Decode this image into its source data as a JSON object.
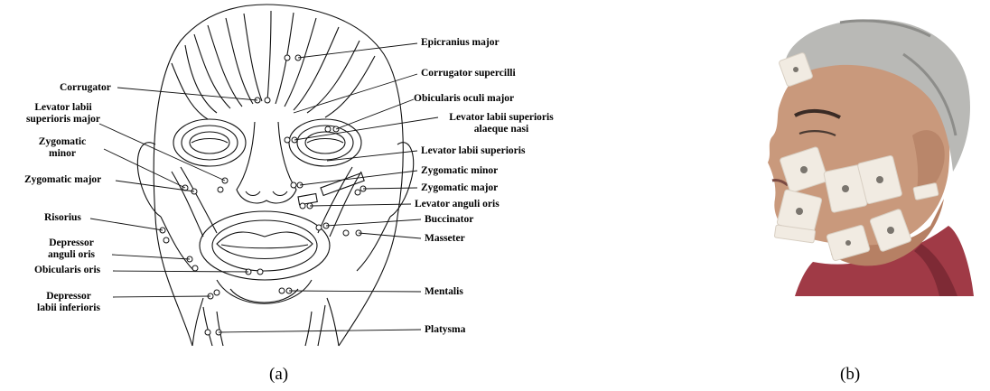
{
  "panel_a": {
    "caption": "(a)",
    "left_labels": {
      "corrugator": "Corrugator",
      "levator_major_1": "Levator labii",
      "levator_major_2": "superioris major",
      "zyg_minor_1": "Zygomatic",
      "zyg_minor_2": "minor",
      "zyg_major": "Zygomatic major",
      "risorius": "Risorius",
      "depressor_ang_1": "Depressor",
      "depressor_ang_2": "anguli oris",
      "obicularis_oris": "Obicularis oris",
      "depressor_labii_1": "Depressor",
      "depressor_labii_2": "labii inferioris"
    },
    "right_labels": {
      "epicranius": "Epicranius major",
      "corrugator_sup": "Corrugator supercilli",
      "obicularis_oculi": "Obicularis oculi major",
      "levator_alaeque_1": "Levator labii superioris",
      "levator_alaeque_2": "alaeque nasi",
      "levator_sup": "Levator labii superioris",
      "zyg_minor": "Zygomatic minor",
      "zyg_major": "Zygomatic major",
      "levator_anguli": "Levator anguli oris",
      "buccinator": "Buccinator",
      "masseter": "Masseter",
      "mentalis": "Mentalis",
      "platysma": "Platysma"
    }
  },
  "panel_b": {
    "caption": "(b)"
  },
  "colors": {
    "skin": "#c9997c",
    "hair": "#b9b9b6",
    "shirt": "#a03a46",
    "electrode": "#f1ebe2"
  }
}
